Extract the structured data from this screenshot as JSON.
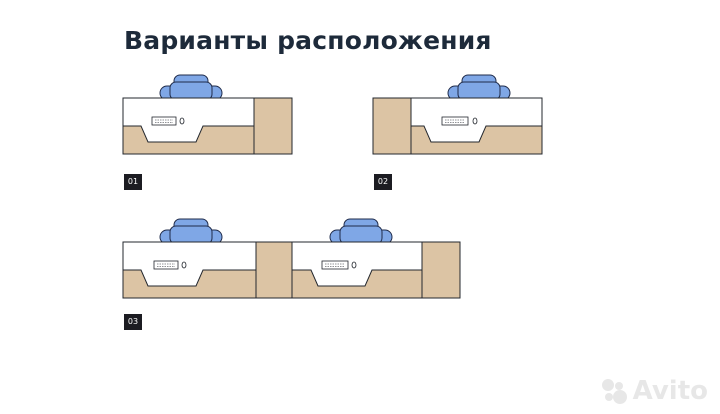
{
  "title": "Варианты расположения",
  "variants": [
    {
      "label": "01"
    },
    {
      "label": "02"
    },
    {
      "label": "03"
    }
  ],
  "watermark": {
    "text": "Avito"
  },
  "colors": {
    "wood": "#dcc4a4",
    "desk": "#ffffff",
    "outline": "#23272e",
    "chair": "#7fa7e6",
    "chair_outline": "#1f2b4a",
    "badge": "#1c1c22",
    "title": "#1d2a3a"
  }
}
